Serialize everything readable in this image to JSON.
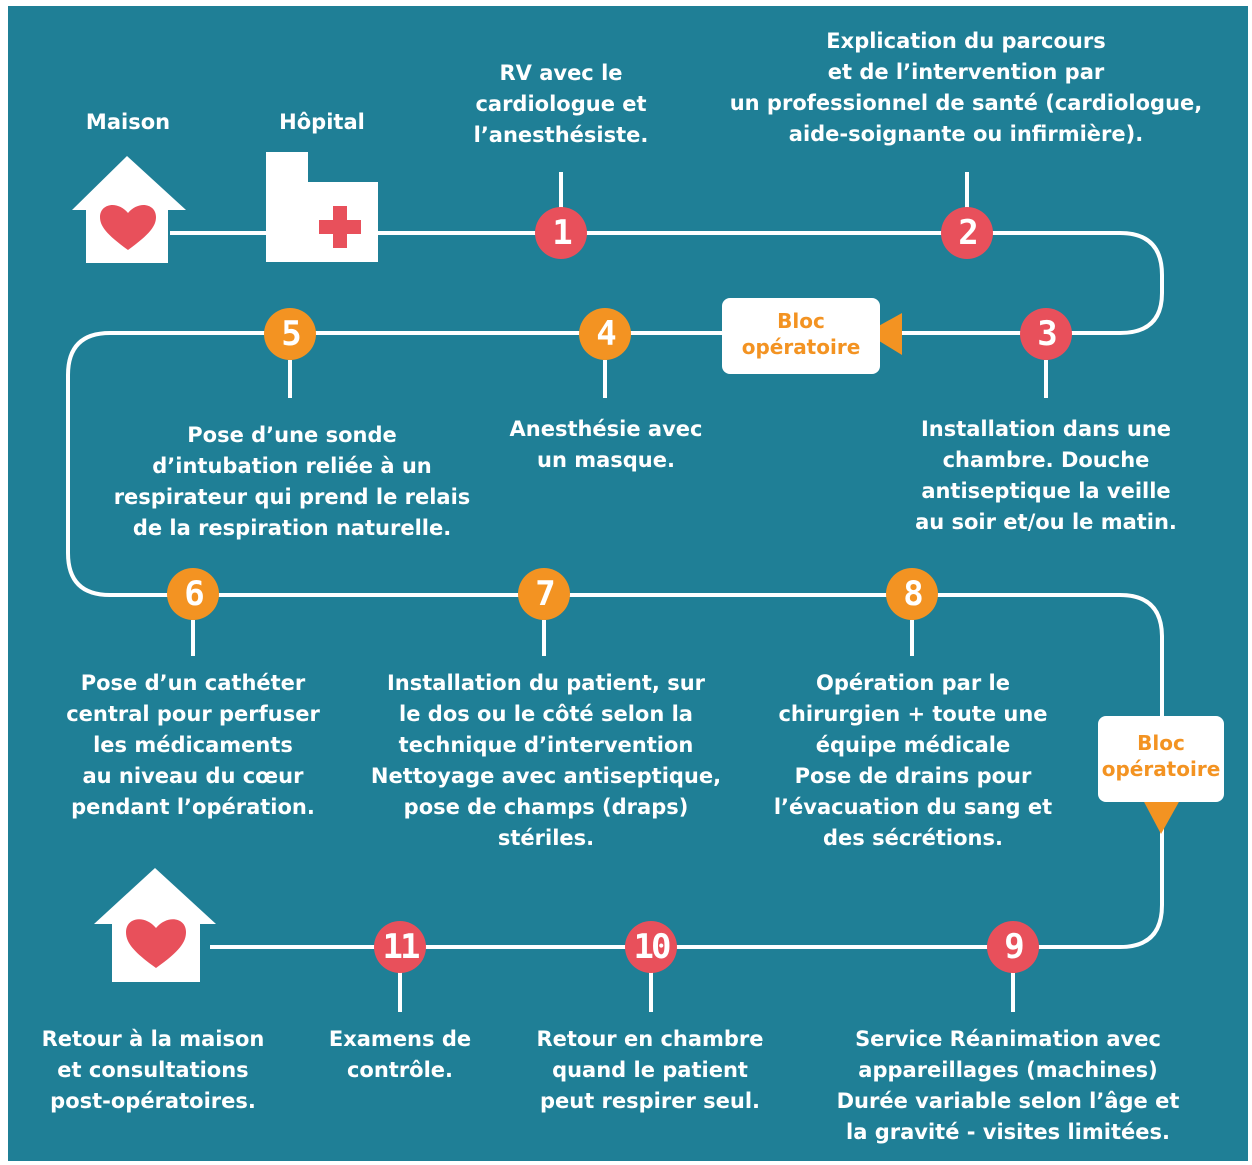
{
  "places": {
    "maison": "Maison",
    "hopital": "Hôpital"
  },
  "colors": {
    "background": "#1f7f96",
    "line": "#ffffff",
    "red_step": "#e8505b",
    "orange_step": "#f39322",
    "heart": "#e8505b"
  },
  "icons": [
    "home-heart-icon",
    "hospital-cross-icon"
  ],
  "bloc_operatoire": "Bloc\nopératoire",
  "steps": [
    {
      "num": "1",
      "color": "red",
      "text": "RV avec le\ncardiologue et\nl’anesthésiste."
    },
    {
      "num": "2",
      "color": "red",
      "text": "Explication du parcours\net de l’intervention par\nun professionnel de santé (cardiologue,\naide-soignante ou infirmière)."
    },
    {
      "num": "3",
      "color": "red",
      "text": "Installation dans une\nchambre. Douche\nantiseptique la veille\nau soir et/ou le matin."
    },
    {
      "num": "4",
      "color": "orange",
      "text": "Anesthésie avec\nun masque."
    },
    {
      "num": "5",
      "color": "orange",
      "text": "Pose d’une sonde\nd’intubation reliée à un\nrespirateur qui prend le relais\nde la respiration naturelle."
    },
    {
      "num": "6",
      "color": "orange",
      "text": "Pose d’un cathéter\ncentral pour perfuser\nles médicaments\nau niveau du cœur\npendant l’opération."
    },
    {
      "num": "7",
      "color": "orange",
      "text": "Installation du patient, sur\nle dos ou le côté selon la\ntechnique d’intervention\nNettoyage avec antiseptique,\npose de champs (draps)\nstériles."
    },
    {
      "num": "8",
      "color": "orange",
      "text": "Opération par le\nchirurgien + toute une\néquipe médicale\nPose de drains pour\nl’évacuation du sang et\ndes sécrétions."
    },
    {
      "num": "9",
      "color": "red",
      "text": "Service Réanimation avec\nappareillages (machines)\nDurée variable selon l’âge et\nla gravité - visites limitées."
    },
    {
      "num": "10",
      "color": "red",
      "text": "Retour en chambre\nquand le patient\npeut respirer seul."
    },
    {
      "num": "11",
      "color": "red",
      "text": "Examens de\ncontrôle."
    }
  ],
  "retour": "Retour à la maison\net consultations\npost-opératoires."
}
